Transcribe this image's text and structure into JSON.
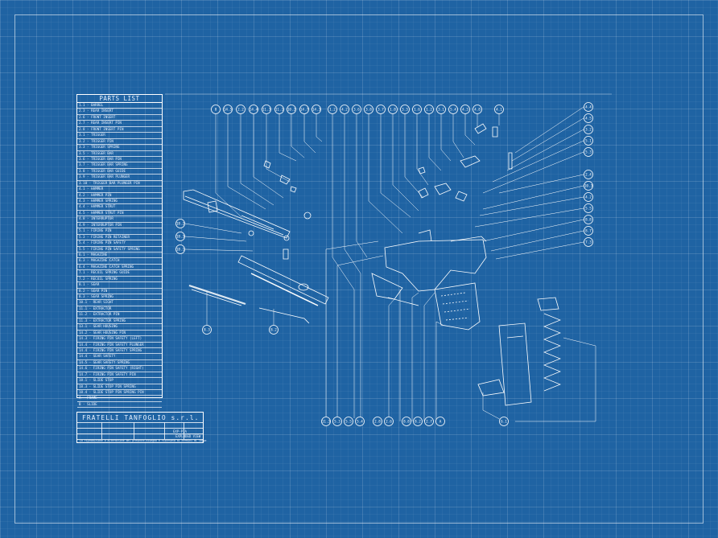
{
  "colors": {
    "background": "#1f63a3",
    "lines": "#ffffff"
  },
  "parts_list": {
    "title": "PARTS LIST",
    "rows": [
      "1.1 - BARREL",
      "2.3 - REAR INSERT",
      "2.6 - FRONT INSERT",
      "2.7 - REAR INSERT PIN",
      "2.8 - FRONT INSERT PIN",
      "3.1 - TRIGGER",
      "3.2 - TRIGGER PIN",
      "3.3 - TRIGGER SPRING",
      "3.5 - TRIGGER BAR",
      "3.6 - TRIGGER BAR PIN",
      "3.7 - TRIGGER BAR SPRING",
      "3.8 - TRIGGER BAR GUIDE",
      "3.9 - TRIGGER BAR PLUNGER",
      "3.10 - TRIGGER BAR PLUNGER PIN",
      "4.1 - HAMMER",
      "4.2 - HAMMER PIN",
      "4.3 - HAMMER SPRING",
      "4.4 - HAMMER STRUT",
      "4.5 - HAMMER STRUT PIN",
      "4.8 - INTERRUPTOR",
      "4.9 - INTERRUPTOR PIN",
      "5.1 - FIRING PIN",
      "5.3 - FIRING PIN RETAINER",
      "5.4 - FIRING PIN SAFETY",
      "5.5 - FIRING PIN SAFETY SPRING",
      "6.1 - MAGAZINE",
      "6.3 - MAGAZINE CATCH",
      "6.4 - MAGAZINE CATCH SPRING",
      "7.1 - RECOIL SPRING GUIDE",
      "7.2 - RECOIL SPRING",
      "8.1 - SEAR",
      "8.2 - SEAR PIN",
      "8.3 - SEAR SPRING",
      "10.1 - REAR SIGHT",
      "11.1 - EXTRACTOR",
      "11.2 - EXTRACTOR PIN",
      "11.3 - EXTRACTOR SPRING",
      "13.1 - SEAR HOUSING",
      "14.2 - SEAR HOUSING PIN",
      "14.3 - FIRING PIN SAFETY (LEFT)",
      "14.4 - FIRING PIN SAFETY PLUNGER",
      "14.4 - FIRING PIN SAFETY SPRING",
      "14.4 - SEAR SAFETY",
      "14.5 - SEAR SAFETY SPRING",
      "14.6 - FIRING PIN SAFETY (RIGHT)",
      "14.7 - FIRING PIN SAFETY PIN",
      "18.1 - SLIDE STOP",
      "18.3 - SLIDE STOP PIN SPRING",
      "18.4 - SLIDE STOP PIN SPRING PIN",
      "A - FRAME",
      "B - SLIDE"
    ]
  },
  "title_block": {
    "company": "FRATELLI TANFOGLIO s.r.l.",
    "model": "EXP-P7A",
    "view": "EXPLODED VIEW",
    "note": "La riproduzione o alterazione del presente disegno è riservata ai termini di legge"
  },
  "callouts": {
    "top": [
      "8",
      "14.5",
      "2.2",
      "14.4",
      "11.3",
      "11.1",
      "10.2",
      "14.7",
      "14.3",
      "1.2",
      "4.2",
      "3.6",
      "3.8",
      "3.7",
      "1.8",
      "3.3",
      "1.6",
      "1.2",
      "3.1",
      "5.4",
      "4.3",
      "4.8",
      "4.1"
    ],
    "right": [
      "4.4",
      "4.5",
      "3.2",
      "5.1",
      "5.3",
      "2.4",
      "10.3",
      "4.2",
      "5.5",
      "8.8",
      "8.7",
      "7.3"
    ],
    "left": [
      "18.2",
      "18.3",
      "18.1"
    ],
    "bottom": [
      "11.3",
      "5.3",
      "5.5",
      "5.4",
      "2.8",
      "2.6",
      "8.8",
      "8.2",
      "2.7",
      "A"
    ],
    "lower_left": [
      "8.3",
      "8.2"
    ],
    "magazine": "6.1"
  }
}
